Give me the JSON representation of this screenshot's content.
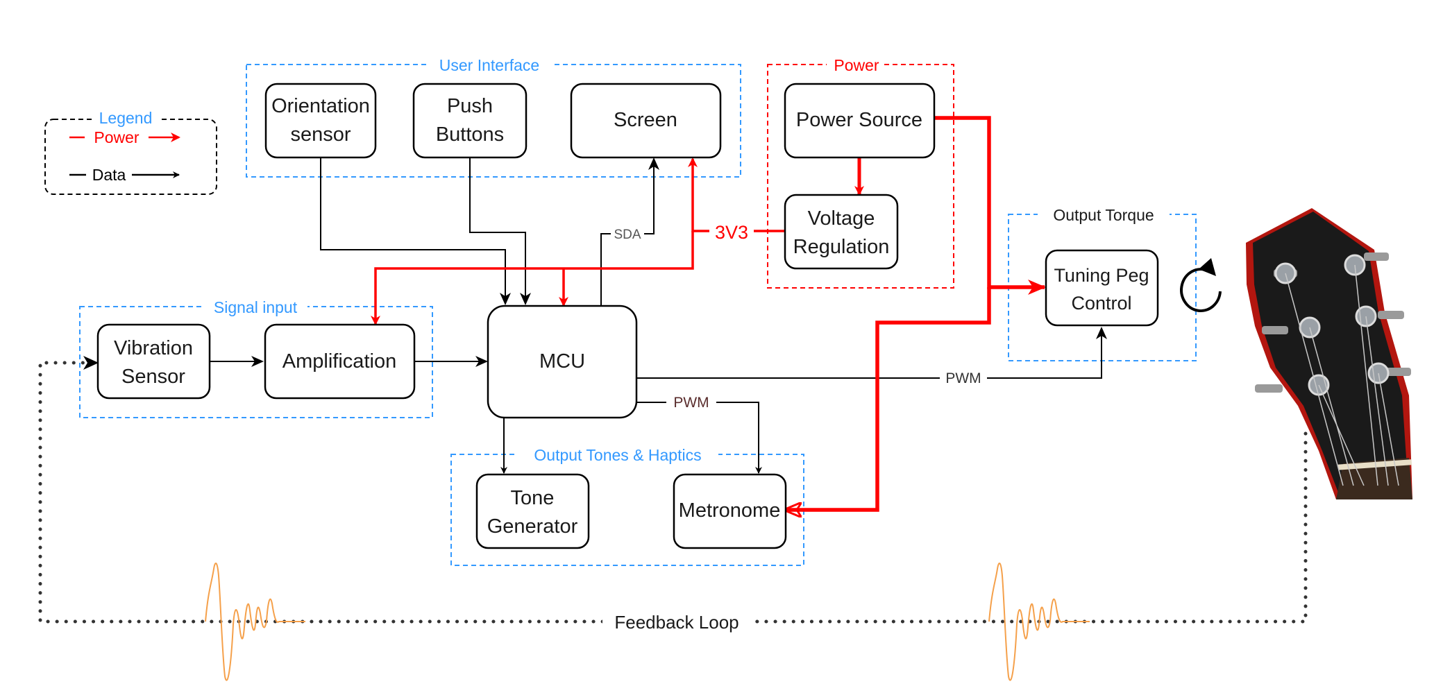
{
  "colors": {
    "power": "#ff0000",
    "data": "#000000",
    "blue_group": "#3399ff",
    "red_group": "#ff0000",
    "black_group": "#000000",
    "wave": "#f5a04a",
    "pwm_label": "#5a2d2d",
    "guitar_body": "#1a1a1a",
    "guitar_edge": "#b3160f"
  },
  "groups": {
    "user_interface": "User Interface",
    "power": "Power",
    "legend": "Legend",
    "signal_input": "Signal input",
    "output_torque": "Output Torque",
    "output_tones": "Output Tones & Haptics"
  },
  "legend": {
    "power": "Power",
    "data": "Data"
  },
  "nodes": {
    "orientation_sensor": [
      "Orientation",
      "sensor"
    ],
    "push_buttons": [
      "Push",
      "Buttons"
    ],
    "screen": [
      "Screen"
    ],
    "power_source": [
      "Power Source"
    ],
    "voltage_regulation": [
      "Voltage",
      "Regulation"
    ],
    "vibration_sensor": [
      "Vibration",
      "Sensor"
    ],
    "amplification": [
      "Amplification"
    ],
    "mcu": [
      "MCU"
    ],
    "tuning_peg_control": [
      "Tuning Peg",
      "Control"
    ],
    "tone_generator": [
      "Tone",
      "Generator"
    ],
    "metronome": [
      "Metronome"
    ]
  },
  "edge_labels": {
    "sda": "SDA",
    "v3v3": "3V3",
    "pwm_torque": "PWM",
    "pwm_metronome": "PWM",
    "feedback": "Feedback Loop"
  },
  "icons": {
    "rotation": "rotate-arrow-icon",
    "guitar": "guitar-headstock-image"
  }
}
